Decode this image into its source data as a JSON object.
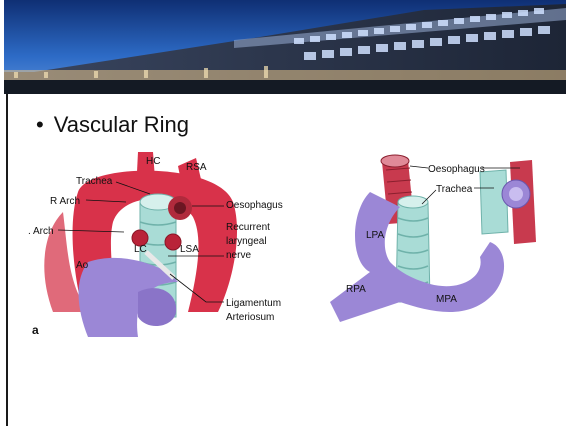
{
  "slide": {
    "bullet": "Vascular Ring"
  },
  "figure_a": {
    "panel_label": "a",
    "labels": {
      "hc": "HC",
      "rsa": "RSA",
      "trachea": "Trachea",
      "r_arch": "R Arch",
      "oesophagus": "Oesophagus",
      "l_arch": ". Arch",
      "recurrent_1": "Recurrent",
      "recurrent_2": "laryngeal",
      "recurrent_3": "nerve",
      "lc": "LC",
      "lsa": "LSA",
      "ao": "Ao",
      "ligamentum_1": "Ligamentum",
      "ligamentum_2": "Arteriosum"
    }
  },
  "figure_b": {
    "labels": {
      "oesophagus": "Oesophagus",
      "trachea": "Trachea",
      "lpa": "LPA",
      "rpa": "RPA",
      "mpa": "MPA"
    }
  },
  "colors": {
    "aorta_red": "#d8324a",
    "pulmonary_purple": "#9b87d6",
    "trachea_cyan": "#a9dcd6",
    "sky_blue": "#1f57b5"
  }
}
